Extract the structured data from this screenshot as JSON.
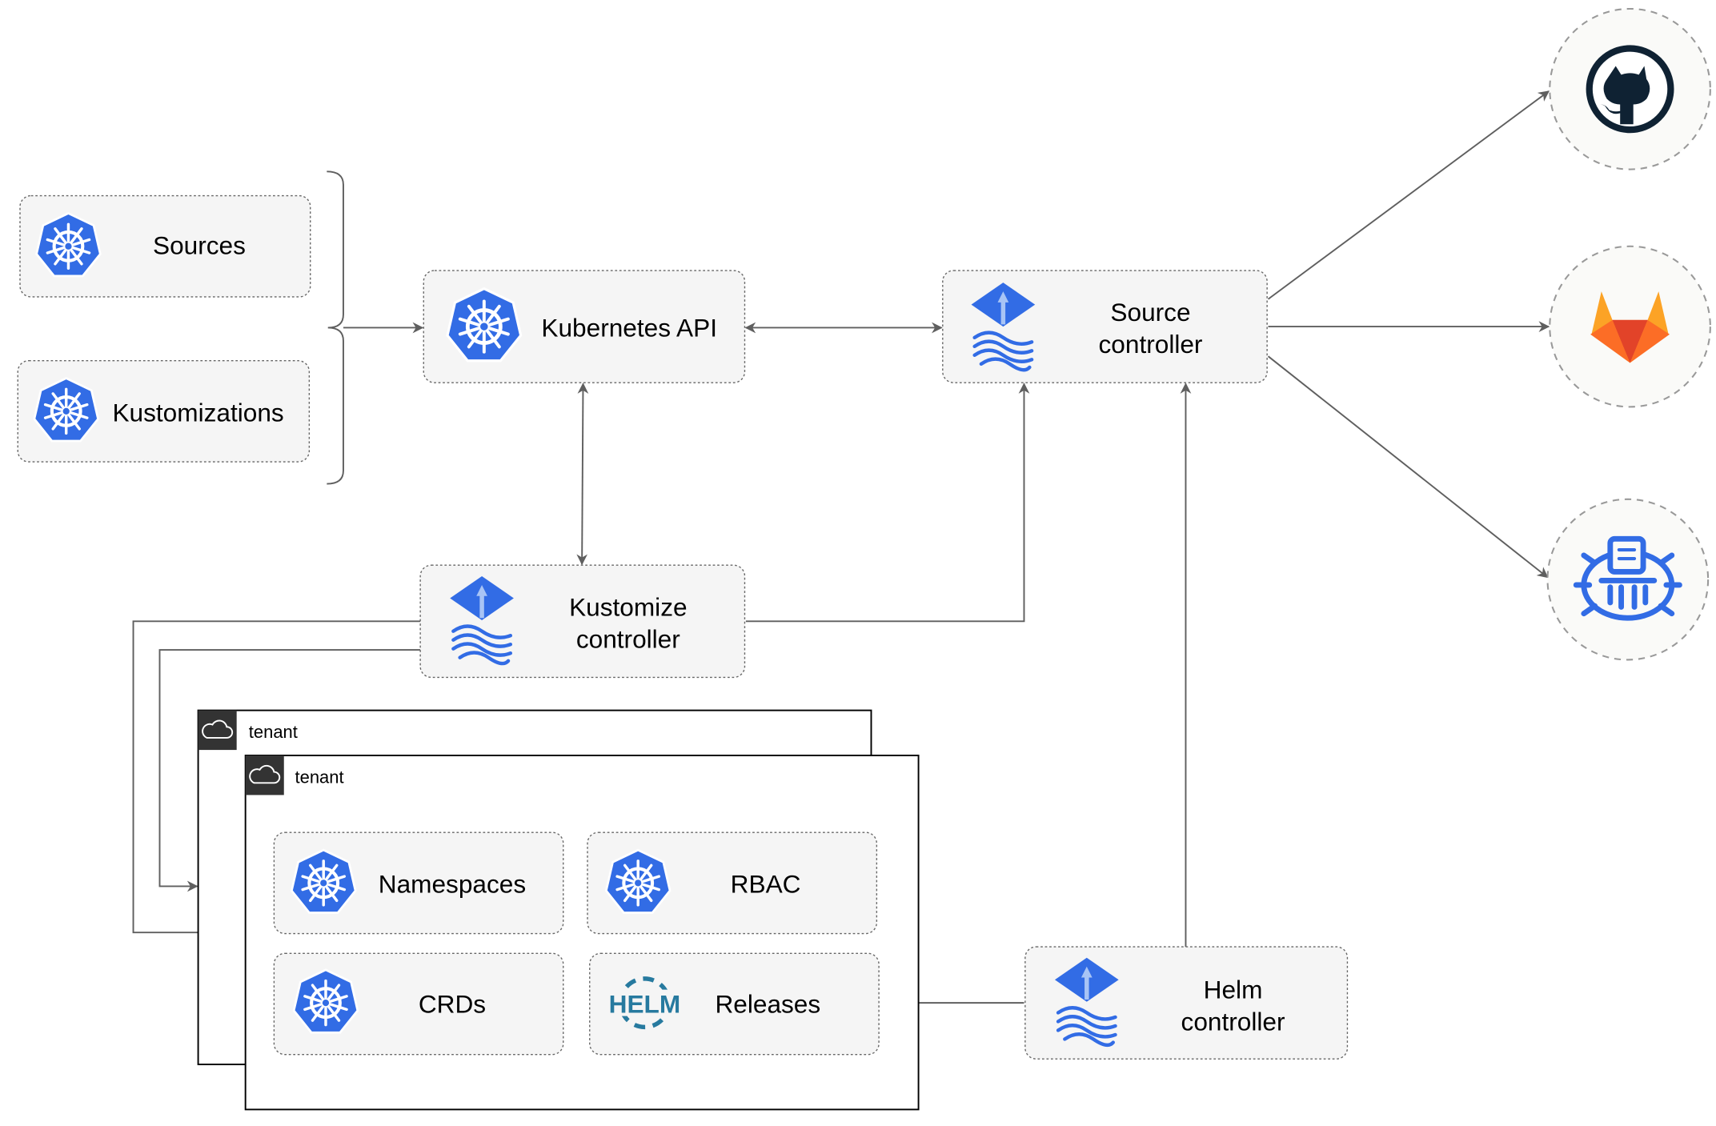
{
  "nodes": {
    "sources": "Sources",
    "kustomizations": "Kustomizations",
    "kubernetes_api": "Kubernetes API",
    "source_controller": [
      "Source",
      "controller"
    ],
    "kustomize_controller": [
      "Kustomize",
      "controller"
    ],
    "helm_controller": [
      "Helm",
      "controller"
    ],
    "namespaces": "Namespaces",
    "rbac": "RBAC",
    "crds": "CRDs",
    "releases": "Releases",
    "helm_logo": "HELM"
  },
  "groups": {
    "tenant_back": "tenant",
    "tenant_front": "tenant"
  },
  "external": [
    "github-icon",
    "gitlab-icon",
    "bucket-icon"
  ],
  "colors": {
    "kubernetes_blue": "#326ce5",
    "gitlab_orange": "#e24329",
    "github_dark": "#0f2233",
    "helm_blue": "#277a9f"
  }
}
